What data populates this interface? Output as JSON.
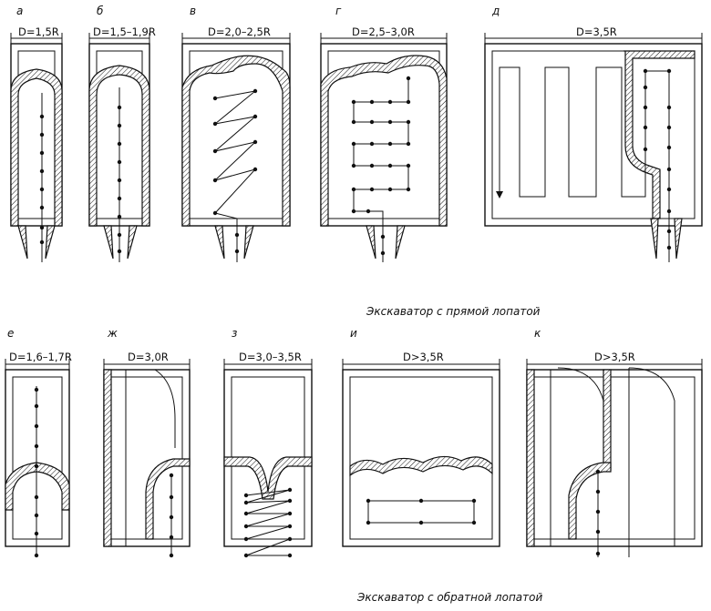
{
  "panels": [
    {
      "id": "a",
      "letter": "а",
      "dim": "D=1,5R"
    },
    {
      "id": "b",
      "letter": "б",
      "dim": "D=1,5–1,9R"
    },
    {
      "id": "v",
      "letter": "в",
      "dim": "D=2,0–2,5R"
    },
    {
      "id": "g",
      "letter": "г",
      "dim": "D=2,5–3,0R"
    },
    {
      "id": "d",
      "letter": "д",
      "dim": "D=3,5R"
    },
    {
      "id": "e",
      "letter": "е",
      "dim": "D=1,6–1,7R"
    },
    {
      "id": "zh",
      "letter": "ж",
      "dim": "D=3,0R"
    },
    {
      "id": "z",
      "letter": "з",
      "dim": "D=3,0–3,5R"
    },
    {
      "id": "i",
      "letter": "и",
      "dim": "D>3,5R"
    },
    {
      "id": "k",
      "letter": "к",
      "dim": "D>3,5R"
    }
  ],
  "captions": {
    "front_shovel": "Экскаватор с прямой лопатой",
    "backhoe": "Экскаватор с обратной лопатой"
  }
}
